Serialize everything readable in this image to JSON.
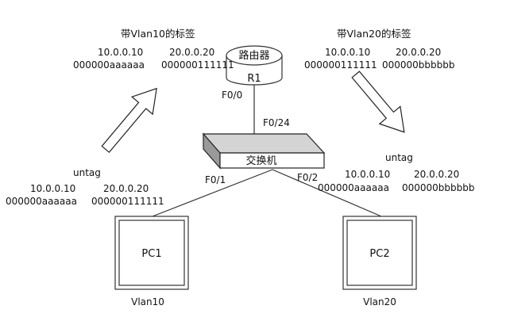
{
  "router": {
    "name": "路由器",
    "id": "R1",
    "port": "F0/0"
  },
  "switch": {
    "name": "交换机",
    "uplink_port": "F0/24",
    "port_left": "F0/1",
    "port_right": "F0/2"
  },
  "pc1": {
    "name": "PC1",
    "vlan": "Vlan10"
  },
  "pc2": {
    "name": "PC2",
    "vlan": "Vlan20"
  },
  "frame_vlan10": {
    "title": "带Vlan10的标签",
    "dst_ip": "10.0.0.10",
    "dst_mac": "000000aaaaaa",
    "src_ip": "20.0.0.20",
    "src_mac": "000000111111"
  },
  "frame_vlan20": {
    "title": "带Vlan20的标签",
    "dst_ip": "10.0.0.10",
    "dst_mac": "000000111111",
    "src_ip": "20.0.0.20",
    "src_mac": "000000bbbbbb"
  },
  "frame_untag_left": {
    "label": "untag",
    "dst_ip": "10.0.0.10",
    "dst_mac": "000000aaaaaa",
    "src_ip": "20.0.0.20",
    "src_mac": "000000111111"
  },
  "frame_untag_right": {
    "label": "untag",
    "dst_ip": "10.0.0.10",
    "dst_mac": "000000aaaaaa",
    "src_ip": "20.0.0.20",
    "src_mac": "000000bbbbbb"
  }
}
